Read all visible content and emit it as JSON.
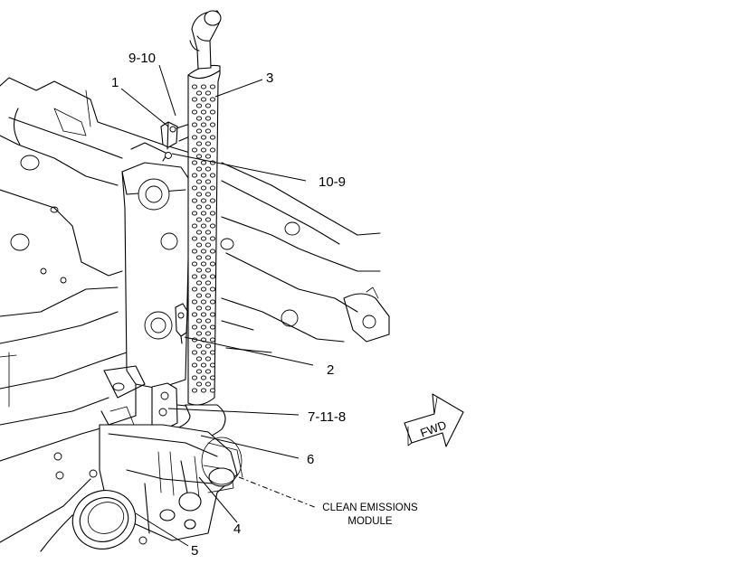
{
  "callouts": {
    "c1": "1",
    "c9_10": "9-10",
    "c3": "3",
    "c10_9": "10-9",
    "c2": "2",
    "c7_11_8": "7-11-8",
    "c6": "6",
    "c4": "4",
    "c5": "5"
  },
  "module_label": {
    "line1": "CLEAN EMISSIONS",
    "line2": "MODULE"
  },
  "direction_arrow": {
    "text": "FWD",
    "icon": "forward-arrow-icon"
  },
  "colors": {
    "line": "#000000",
    "background": "#ffffff"
  }
}
